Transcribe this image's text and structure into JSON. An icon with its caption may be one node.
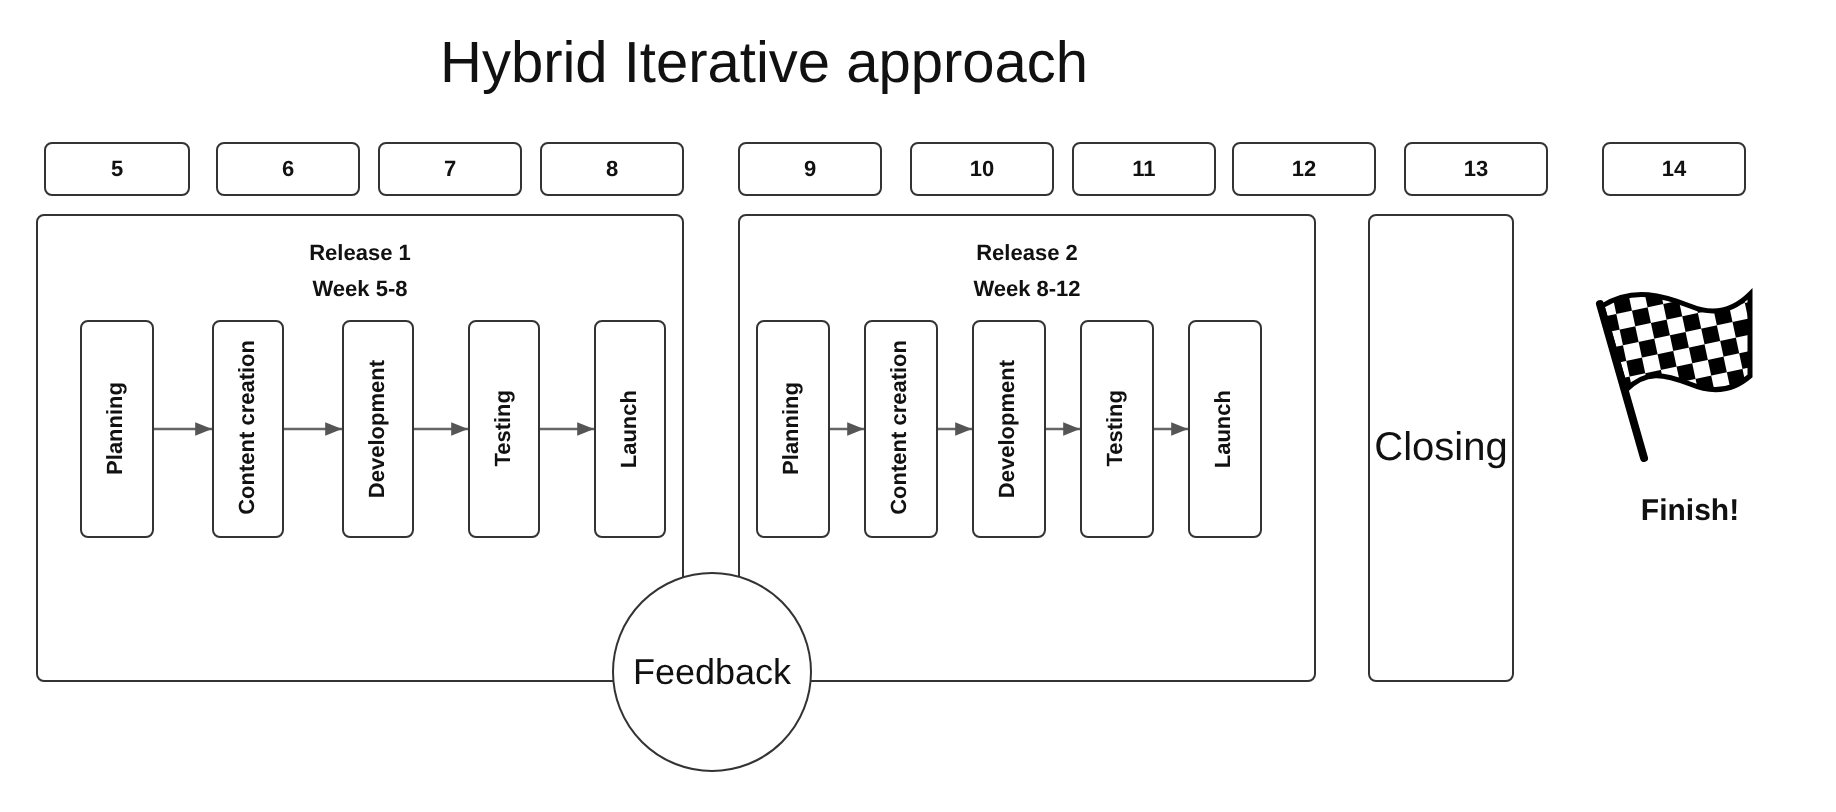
{
  "diagram": {
    "title": "Hybrid Iterative approach",
    "nodes": [
      {
        "text": [
          "5"
        ]
      },
      {
        "text": [
          "6"
        ]
      },
      {
        "text": [
          "7"
        ]
      },
      {
        "text": [
          "8"
        ]
      },
      {
        "text": [
          "9"
        ]
      },
      {
        "text": [
          "10"
        ]
      },
      {
        "text": [
          "11"
        ]
      },
      {
        "text": [
          "12"
        ]
      },
      {
        "text": [
          "13"
        ]
      },
      {
        "text": [
          "14"
        ]
      },
      {
        "text": [
          "Release 1",
          "Week 5-8"
        ]
      },
      {
        "text": [
          "Planning"
        ],
        "in": 10
      },
      {
        "text": [
          "Content creation"
        ],
        "in": 10
      },
      {
        "text": [
          "Development"
        ],
        "in": 10
      },
      {
        "text": [
          "Testing"
        ],
        "in": 10
      },
      {
        "text": [
          "Launch"
        ],
        "in": 10
      },
      {
        "text": [
          "Release 2",
          "Week 8-12"
        ]
      },
      {
        "text": [
          "Planning"
        ],
        "in": 16
      },
      {
        "text": [
          "Content creation"
        ],
        "in": 16
      },
      {
        "text": [
          "Development"
        ],
        "in": 16
      },
      {
        "text": [
          "Testing"
        ],
        "in": 16
      },
      {
        "text": [
          "Launch"
        ],
        "in": 16
      },
      {
        "text": [
          "Closing"
        ]
      },
      {
        "text": [
          "Feedback"
        ]
      }
    ],
    "edges": [
      {
        "from": 11,
        "to": 12,
        "arrow": "to"
      },
      {
        "from": 12,
        "to": 13,
        "arrow": "to"
      },
      {
        "from": 13,
        "to": 14,
        "arrow": "to"
      },
      {
        "from": 14,
        "to": 15,
        "arrow": "to"
      },
      {
        "from": 17,
        "to": 18,
        "arrow": "to"
      },
      {
        "from": 18,
        "to": 19,
        "arrow": "to"
      },
      {
        "from": 19,
        "to": 20,
        "arrow": "to"
      },
      {
        "from": 20,
        "to": 21,
        "arrow": "to"
      }
    ],
    "labels": [
      "Finish!"
    ]
  }
}
